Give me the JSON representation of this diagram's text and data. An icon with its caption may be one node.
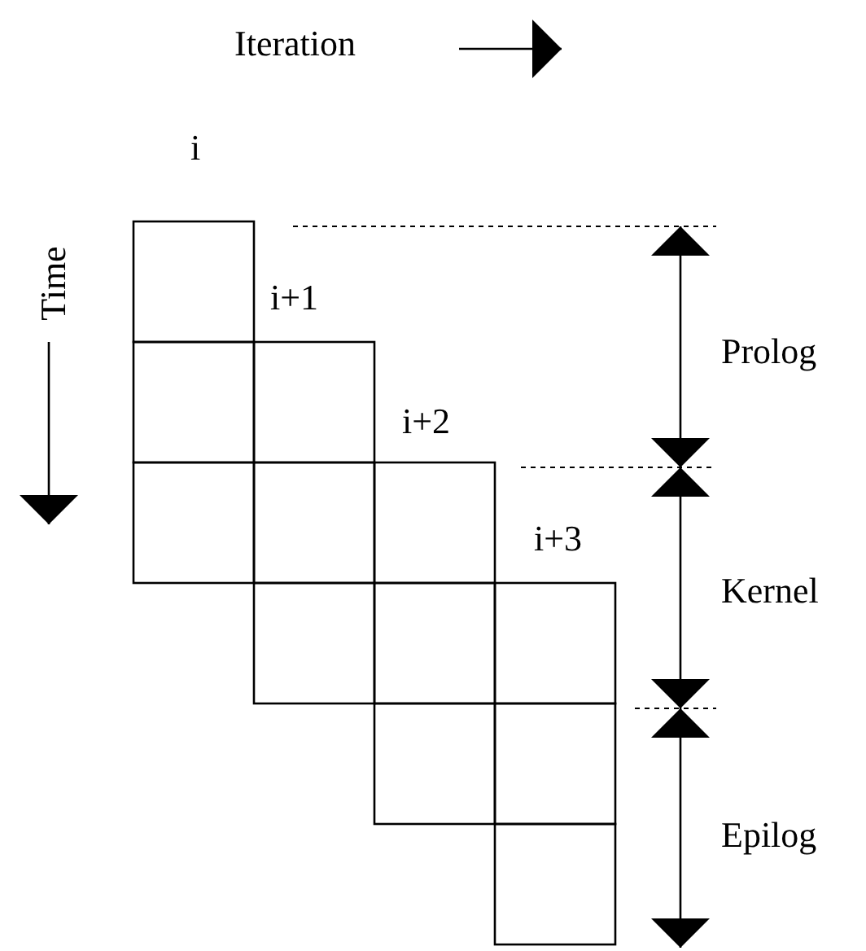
{
  "diagram": {
    "labels": [
      "Iteration",
      "Time",
      "i",
      "i+1",
      "i+2",
      "i+3",
      "Prolog",
      "Kernel",
      "Epilog"
    ]
  }
}
